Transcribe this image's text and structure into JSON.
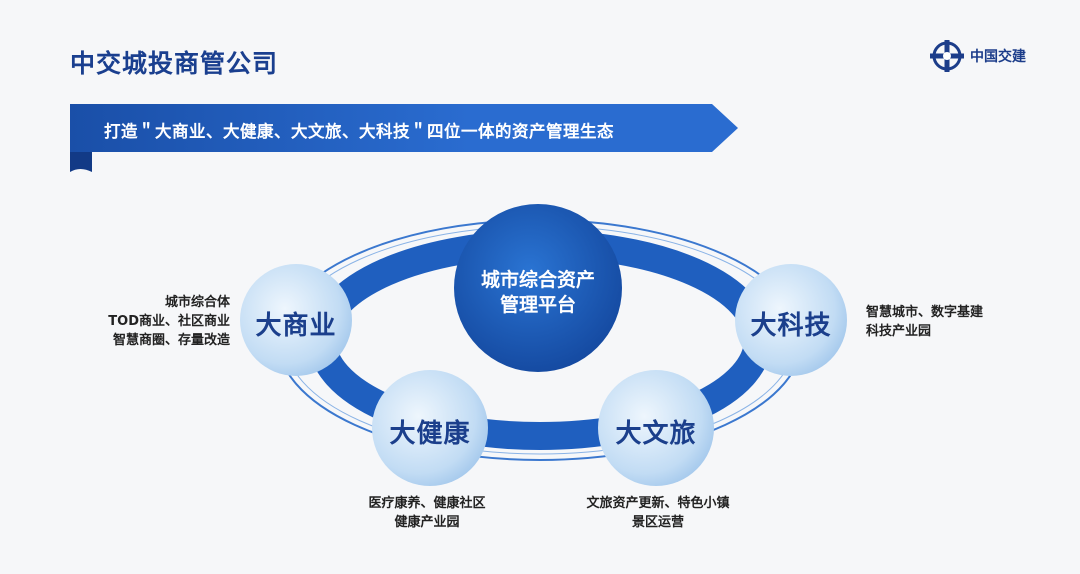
{
  "header": {
    "title": "中交城投商管公司",
    "logo_text": "中国交建",
    "logo_icon": "cccc-logo-icon"
  },
  "banner": {
    "text": "打造＂大商业、大健康、大文旅、大科技＂四位一体的资产管理生态"
  },
  "diagram": {
    "center": {
      "line1": "城市综合资产",
      "line2": "管理平台"
    },
    "nodes": [
      {
        "id": "commerce",
        "label": "大商业",
        "desc": [
          "城市综合体",
          "TOD商业、社区商业",
          "智慧商圈、存量改造"
        ]
      },
      {
        "id": "tech",
        "label": "大科技",
        "desc": [
          "智慧城市、数字基建",
          "科技产业园"
        ]
      },
      {
        "id": "health",
        "label": "大健康",
        "desc": [
          "医疗康养、健康社区",
          "健康产业园"
        ]
      },
      {
        "id": "tourism",
        "label": "大文旅",
        "desc": [
          "文旅资产更新、特色小镇",
          "景区运营"
        ]
      }
    ]
  },
  "colors": {
    "primary": "#1f5fbf",
    "dark": "#1a3f8f",
    "light": "#cfe3f7"
  }
}
